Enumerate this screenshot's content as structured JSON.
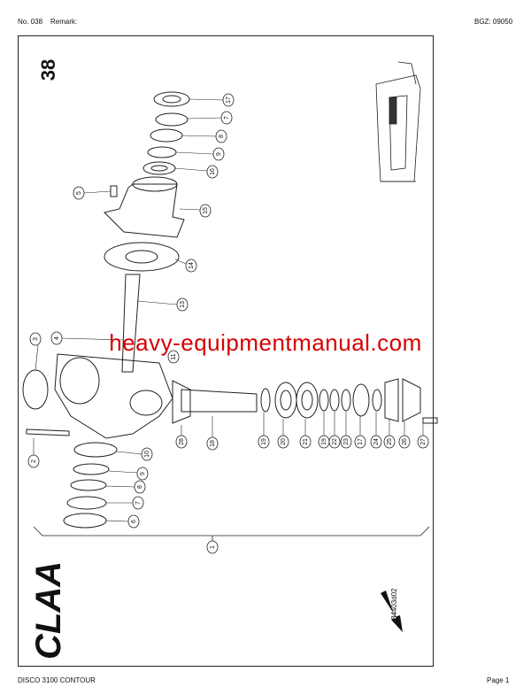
{
  "header": {
    "number": "No. 038",
    "remark": "Remark:",
    "bgz": "BGZ: 09050"
  },
  "page_badge": "38",
  "watermark": "heavy-equipmentmanual.com",
  "brand": "CLAAS",
  "drawing_code": "84403d02",
  "footer": {
    "model": "DISCO 3100 CONTOUR",
    "page": "Page 1"
  },
  "callouts": {
    "c17a": "17",
    "c7a": "7",
    "c8a": "8",
    "c9a": "9",
    "c16": "16",
    "c5": "5",
    "c15": "15",
    "c14": "14",
    "c13": "13",
    "c3": "3",
    "c4": "4",
    "c11": "11",
    "c2": "2",
    "c28": "28",
    "c18": "18",
    "c19": "19",
    "c20": "20",
    "c21": "21",
    "c19b": "19",
    "c22": "22",
    "c23": "23",
    "c17b": "17",
    "c24": "24",
    "c25": "25",
    "c26": "26",
    "c27": "27",
    "c10": "10",
    "c9b": "9",
    "c8b": "8",
    "c7b": "7",
    "c6": "6",
    "c1": "1"
  }
}
